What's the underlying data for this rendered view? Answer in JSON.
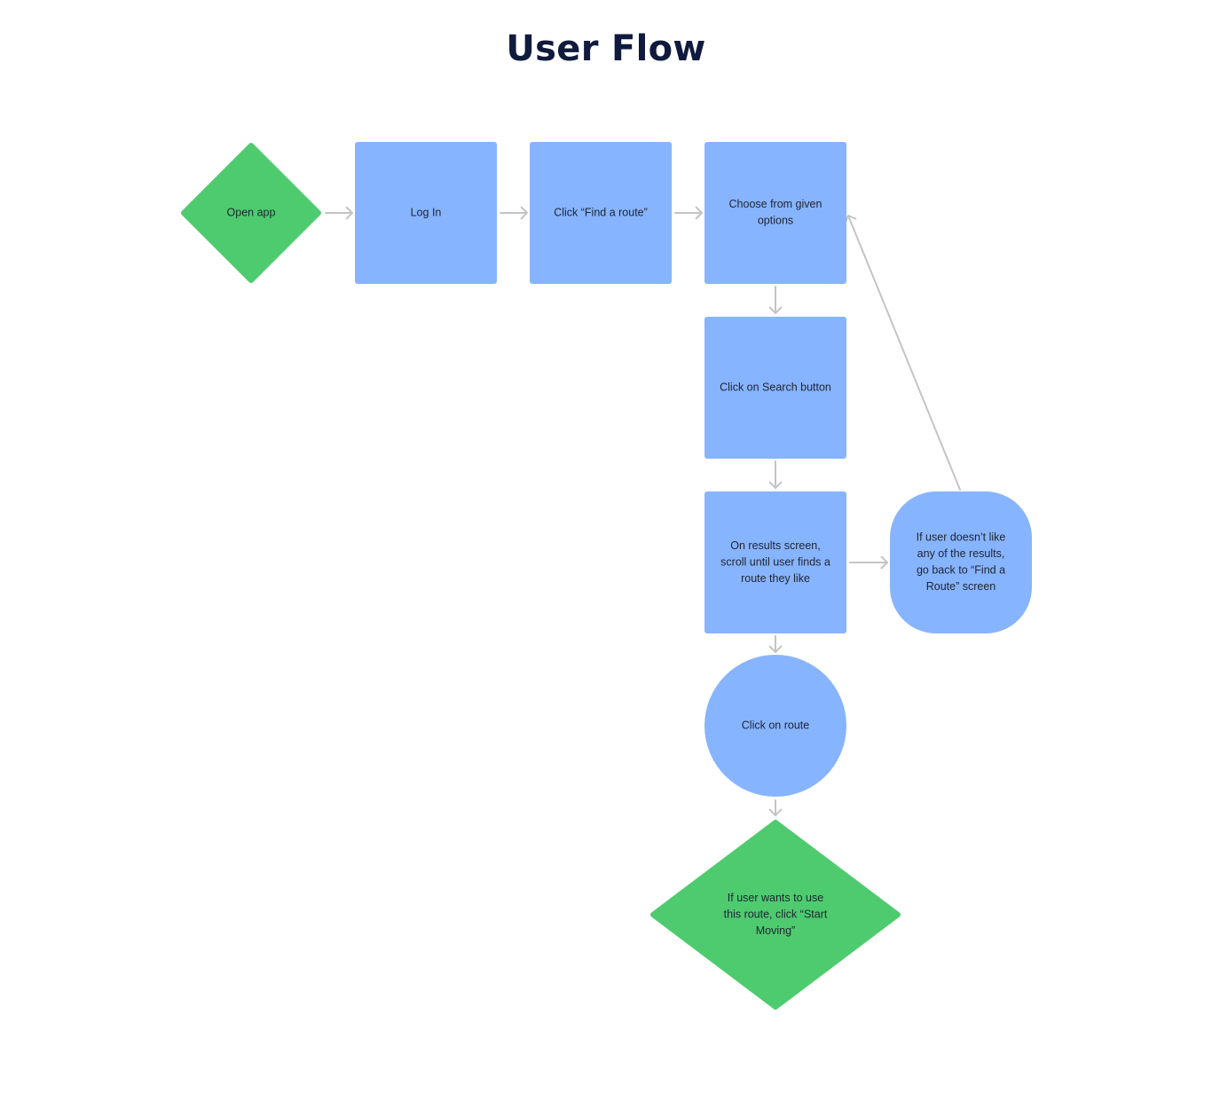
{
  "title": "User Flow",
  "colors": {
    "process": "#87b4ff",
    "terminal": "#4ecb6f",
    "connector": "#c4c4c4",
    "text": "#1f2430",
    "title": "#0f1a3d"
  },
  "nodes": {
    "open_app": {
      "shape": "diamond",
      "lines": [
        "Open app"
      ]
    },
    "log_in": {
      "shape": "rectangle",
      "lines": [
        "Log In"
      ]
    },
    "find_route": {
      "shape": "rectangle",
      "lines": [
        "Click “Find a route”"
      ]
    },
    "choose_options": {
      "shape": "rectangle",
      "lines": [
        "Choose from given",
        "options"
      ]
    },
    "search_button": {
      "shape": "rectangle",
      "lines": [
        "Click on Search button"
      ]
    },
    "results_screen": {
      "shape": "rectangle",
      "lines": [
        "On results screen,",
        "scroll until user finds a",
        "route they like"
      ]
    },
    "go_back": {
      "shape": "rounded-rectangle",
      "lines": [
        "If user doesn’t like",
        "any of the results,",
        "go back to “Find a",
        "Route” screen"
      ]
    },
    "click_route": {
      "shape": "circle",
      "lines": [
        "Click on route"
      ]
    },
    "start_moving": {
      "shape": "diamond",
      "lines": [
        "If user wants to use",
        "this route, click “Start",
        "Moving”"
      ]
    }
  },
  "edges": [
    {
      "from": "open_app",
      "to": "log_in"
    },
    {
      "from": "log_in",
      "to": "find_route"
    },
    {
      "from": "find_route",
      "to": "choose_options"
    },
    {
      "from": "choose_options",
      "to": "search_button"
    },
    {
      "from": "search_button",
      "to": "results_screen"
    },
    {
      "from": "results_screen",
      "to": "go_back"
    },
    {
      "from": "go_back",
      "to": "choose_options"
    },
    {
      "from": "results_screen",
      "to": "click_route"
    },
    {
      "from": "click_route",
      "to": "start_moving"
    }
  ]
}
